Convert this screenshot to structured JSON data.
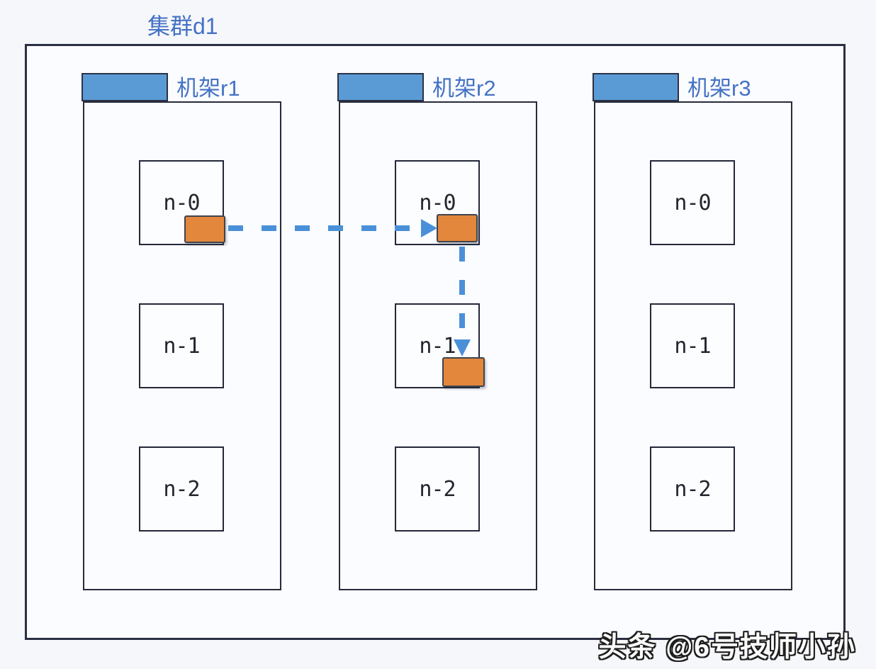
{
  "cluster": {
    "title": "集群d1"
  },
  "racks": [
    {
      "label": "机架r1",
      "nodes": [
        {
          "label": "n-0"
        },
        {
          "label": "n-1"
        },
        {
          "label": "n-2"
        }
      ]
    },
    {
      "label": "机架r2",
      "nodes": [
        {
          "label": "n-0"
        },
        {
          "label": "n-1"
        },
        {
          "label": "n-2"
        }
      ]
    },
    {
      "label": "机架r3",
      "nodes": [
        {
          "label": "n-0"
        },
        {
          "label": "n-1"
        },
        {
          "label": "n-2"
        }
      ]
    }
  ],
  "blocks": {
    "count": 3,
    "locations": [
      "r1/n-0",
      "r2/n-0",
      "r2/n-1"
    ]
  },
  "icons": {
    "data_block": "orange-rectangle",
    "replication_arrow": "blue-dashed-arrow"
  },
  "colors": {
    "accent_blue_text": "#4472c4",
    "tab_fill": "#5b9bd5",
    "block_orange": "#e2873c",
    "arrow_blue": "#4a90d8",
    "border_dark": "#262b3c",
    "background": "#f6f7fb"
  },
  "watermark": {
    "text": "头条 @6号技师小孙"
  }
}
